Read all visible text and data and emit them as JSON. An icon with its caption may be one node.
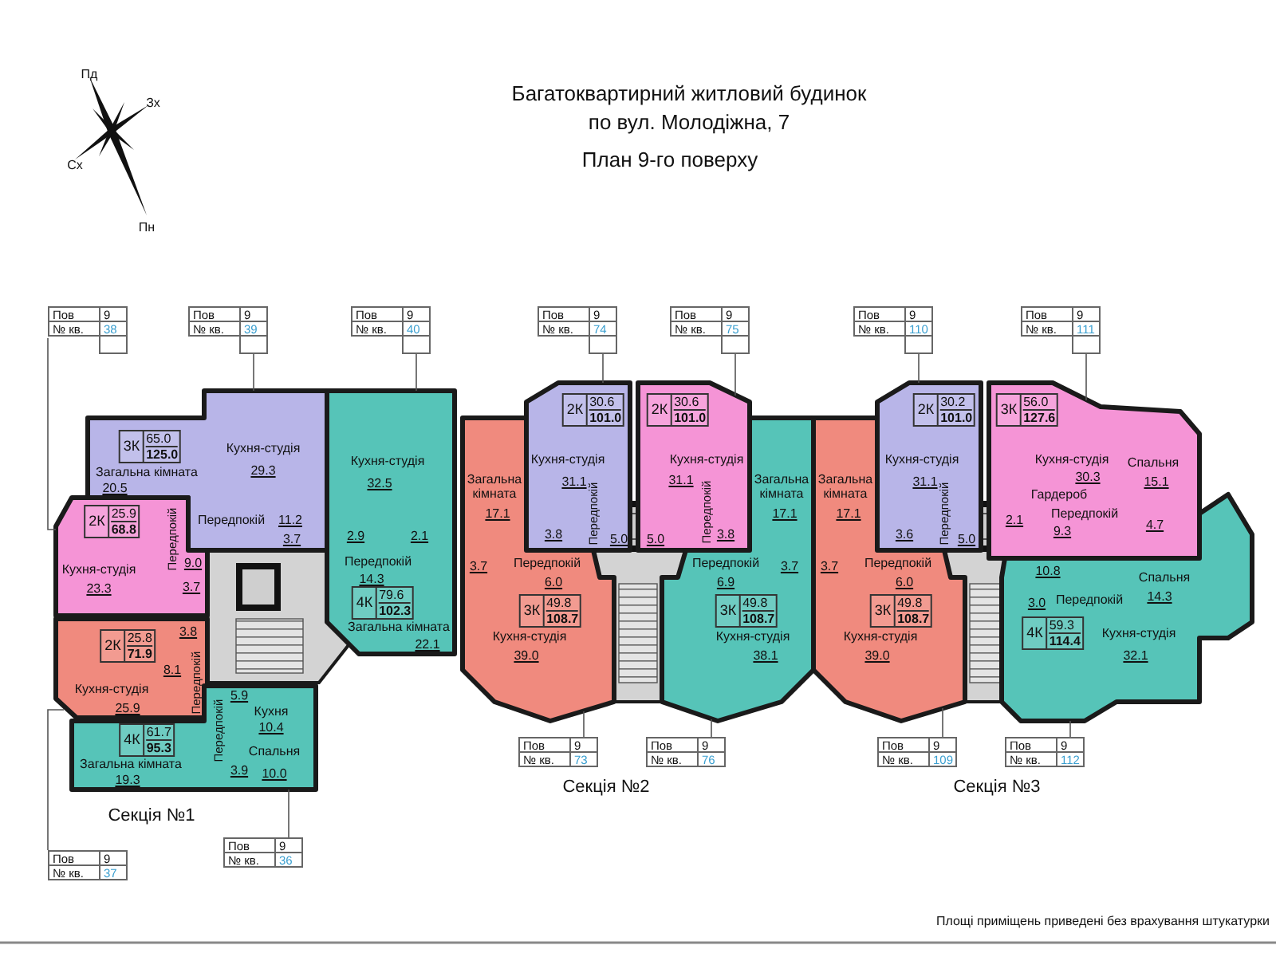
{
  "diagram": {
    "title": "Багатоквартирний житловий будинок по вул. Молодіжна, 7",
    "nodes": [
      {
        "text": [
          "Пов",
          "9",
          "№ кв.",
          "38"
        ]
      },
      {
        "text": [
          "Пов",
          "9",
          "№ кв.",
          "39"
        ]
      },
      {
        "text": [
          "Пов",
          "9",
          "№ кв.",
          "40"
        ]
      },
      {
        "text": [
          "Пов",
          "9",
          "№ кв.",
          "74"
        ]
      },
      {
        "text": [
          "Пов",
          "9",
          "№ кв.",
          "75"
        ]
      },
      {
        "text": [
          "Пов",
          "9",
          "№ кв.",
          "110"
        ]
      },
      {
        "text": [
          "Пов",
          "9",
          "№ кв.",
          "111"
        ]
      },
      {
        "text": [
          "3К",
          "65.0",
          "125.0",
          "Загальна кімната",
          "20.5",
          "Кухня-студія",
          "29.3",
          "Передпокій",
          "11.2",
          "3.7"
        ]
      },
      {
        "text": [
          "Кухня-студія",
          "32.5",
          "2.9",
          "2.1",
          "Передпокій",
          "14.3",
          "4К",
          "79.6",
          "102.3",
          "Загальна кімната",
          "22.1"
        ]
      },
      {
        "text": [
          "2К",
          "30.6",
          "101.0",
          "Кухня-студія",
          "31.1",
          "3.8",
          "Передпокій",
          "5.0"
        ]
      },
      {
        "text": [
          "2К",
          "30.6",
          "101.0",
          "Кухня-студія",
          "31.1",
          "5.0",
          "Передпокій",
          "3.8"
        ]
      },
      {
        "text": [
          "2К",
          "30.2",
          "101.0",
          "Кухня-студія",
          "31.1",
          "3.6",
          "Передпокій",
          "5.0"
        ]
      },
      {
        "text": [
          "3К",
          "56.0",
          "127.6",
          "Кухня-студія",
          "30.3",
          "Гардероб",
          "Спальня",
          "15.1",
          "2.1",
          "Передпокій",
          "9.3",
          "4.7"
        ]
      },
      {
        "text": [
          "2К",
          "25.9",
          "68.8",
          "Передпокій",
          "Кухня-студія",
          "23.3",
          "9.0",
          "3.7"
        ]
      },
      {
        "text": [
          "Загальна кімната",
          "17.1",
          "3.7",
          "Передпокій",
          "6.0",
          "3К",
          "49.8",
          "108.7",
          "Кухня-студія",
          "39.0"
        ]
      },
      {
        "text": [
          "Загальна кімната",
          "17.1",
          "Передпокій",
          "3.7",
          "6.9",
          "3К",
          "49.8",
          "108.7",
          "Кухня-студія",
          "38.1"
        ]
      },
      {
        "text": [
          "Загальна кімната",
          "17.1",
          "3.7",
          "Передпокій",
          "6.0",
          "3К",
          "49.8",
          "108.7",
          "Кухня-студія",
          "39.0"
        ]
      },
      {
        "text": [
          "10.8",
          "Спальня",
          "14.3",
          "3.0",
          "Передпокій",
          "4К",
          "59.3",
          "114.4",
          "Кухня-студія",
          "32.1"
        ]
      },
      {
        "text": [
          "2К",
          "25.8",
          "71.9",
          "3.8",
          "8.1",
          "Передпокій",
          "Кухня-студія",
          "25.9"
        ]
      },
      {
        "text": [
          "4К",
          "61.7",
          "95.3",
          "Передпокій",
          "5.9",
          "Кухня",
          "10.4",
          "Загальна кімната",
          "19.3",
          "3.9",
          "Спальня",
          "10.0"
        ]
      },
      {
        "text": [
          "Пов",
          "9",
          "№ кв.",
          "73"
        ]
      },
      {
        "text": [
          "Пов",
          "9",
          "№ кв.",
          "76"
        ]
      },
      {
        "text": [
          "Пов",
          "9",
          "№ кв.",
          "109"
        ]
      },
      {
        "text": [
          "Пов",
          "9",
          "№ кв.",
          "112"
        ]
      },
      {
        "text": [
          "Пов",
          "9",
          "№ кв.",
          "36"
        ]
      },
      {
        "text": [
          "Пов",
          "9",
          "№ кв.",
          "37"
        ]
      }
    ],
    "edges": [
      {
        "from": 0,
        "to": 13,
        "arrow": "none"
      },
      {
        "from": 1,
        "to": 7,
        "arrow": "none"
      },
      {
        "from": 2,
        "to": 8,
        "arrow": "none"
      },
      {
        "from": 3,
        "to": 9,
        "arrow": "none"
      },
      {
        "from": 4,
        "to": 10,
        "arrow": "none"
      },
      {
        "from": 5,
        "to": 11,
        "arrow": "none"
      },
      {
        "from": 6,
        "to": 12,
        "arrow": "none"
      },
      {
        "from": 20,
        "to": 14,
        "arrow": "none"
      },
      {
        "from": 21,
        "to": 15,
        "arrow": "none"
      },
      {
        "from": 22,
        "to": 16,
        "arrow": "none"
      },
      {
        "from": 23,
        "to": 17,
        "arrow": "none"
      },
      {
        "from": 24,
        "to": 19,
        "arrow": "none"
      },
      {
        "from": 25,
        "to": 18,
        "arrow": "none"
      }
    ],
    "labels": [
      "План 9-го поверху",
      "Пд",
      "Зх",
      "Сх",
      "Пн",
      "Секція №1",
      "Секція №2",
      "Секція №3",
      "Площі приміщень приведені без врахування штукатурки"
    ]
  }
}
